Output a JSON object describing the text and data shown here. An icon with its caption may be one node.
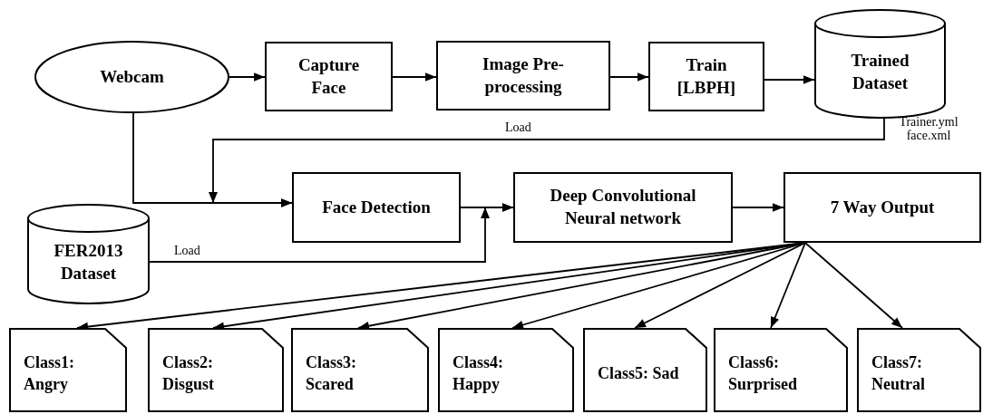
{
  "diagram": {
    "nodes": [
      {
        "text": [
          "Webcam"
        ]
      },
      {
        "text": [
          "Capture Face"
        ]
      },
      {
        "text": [
          "Image Pre-processing"
        ]
      },
      {
        "text": [
          "Train [LBPH]"
        ]
      },
      {
        "text": [
          "Trained Dataset"
        ],
        "beside": [
          "Trainer.yml face.xml"
        ]
      },
      {
        "text": [
          "Face Detection"
        ]
      },
      {
        "text": [
          "Deep Convolutional Neural network"
        ]
      },
      {
        "text": [
          "7 Way Output"
        ]
      },
      {
        "text": [
          "FER2013 Dataset"
        ]
      },
      {
        "text": [
          "Class1: Angry"
        ]
      },
      {
        "text": [
          "Class2: Disgust"
        ]
      },
      {
        "text": [
          "Class3: Scared"
        ]
      },
      {
        "text": [
          "Class4: Happy"
        ]
      },
      {
        "text": [
          "Class5: Sad"
        ]
      },
      {
        "text": [
          "Class6: Surprised"
        ]
      },
      {
        "text": [
          "Class7: Neutral"
        ]
      }
    ],
    "edges": [
      {
        "from": 0,
        "to": 1,
        "arrow": "to"
      },
      {
        "from": 1,
        "to": 2,
        "arrow": "to"
      },
      {
        "from": 2,
        "to": 3,
        "arrow": "to"
      },
      {
        "from": 3,
        "to": 4,
        "arrow": "to"
      },
      {
        "from": 4,
        "to": 5,
        "arrow": "to",
        "label": "Load"
      },
      {
        "from": 0,
        "to": 5,
        "arrow": "to"
      },
      {
        "from": 5,
        "to": 6,
        "arrow": "to"
      },
      {
        "from": 8,
        "to": 6,
        "arrow": "to",
        "label": "Load"
      },
      {
        "from": 6,
        "to": 7,
        "arrow": "to"
      },
      {
        "from": 7,
        "to": 9,
        "arrow": "to"
      },
      {
        "from": 7,
        "to": 10,
        "arrow": "to"
      },
      {
        "from": 7,
        "to": 11,
        "arrow": "to"
      },
      {
        "from": 7,
        "to": 12,
        "arrow": "to"
      },
      {
        "from": 7,
        "to": 13,
        "arrow": "to"
      },
      {
        "from": 7,
        "to": 14,
        "arrow": "to"
      },
      {
        "from": 7,
        "to": 15,
        "arrow": "to"
      }
    ]
  }
}
